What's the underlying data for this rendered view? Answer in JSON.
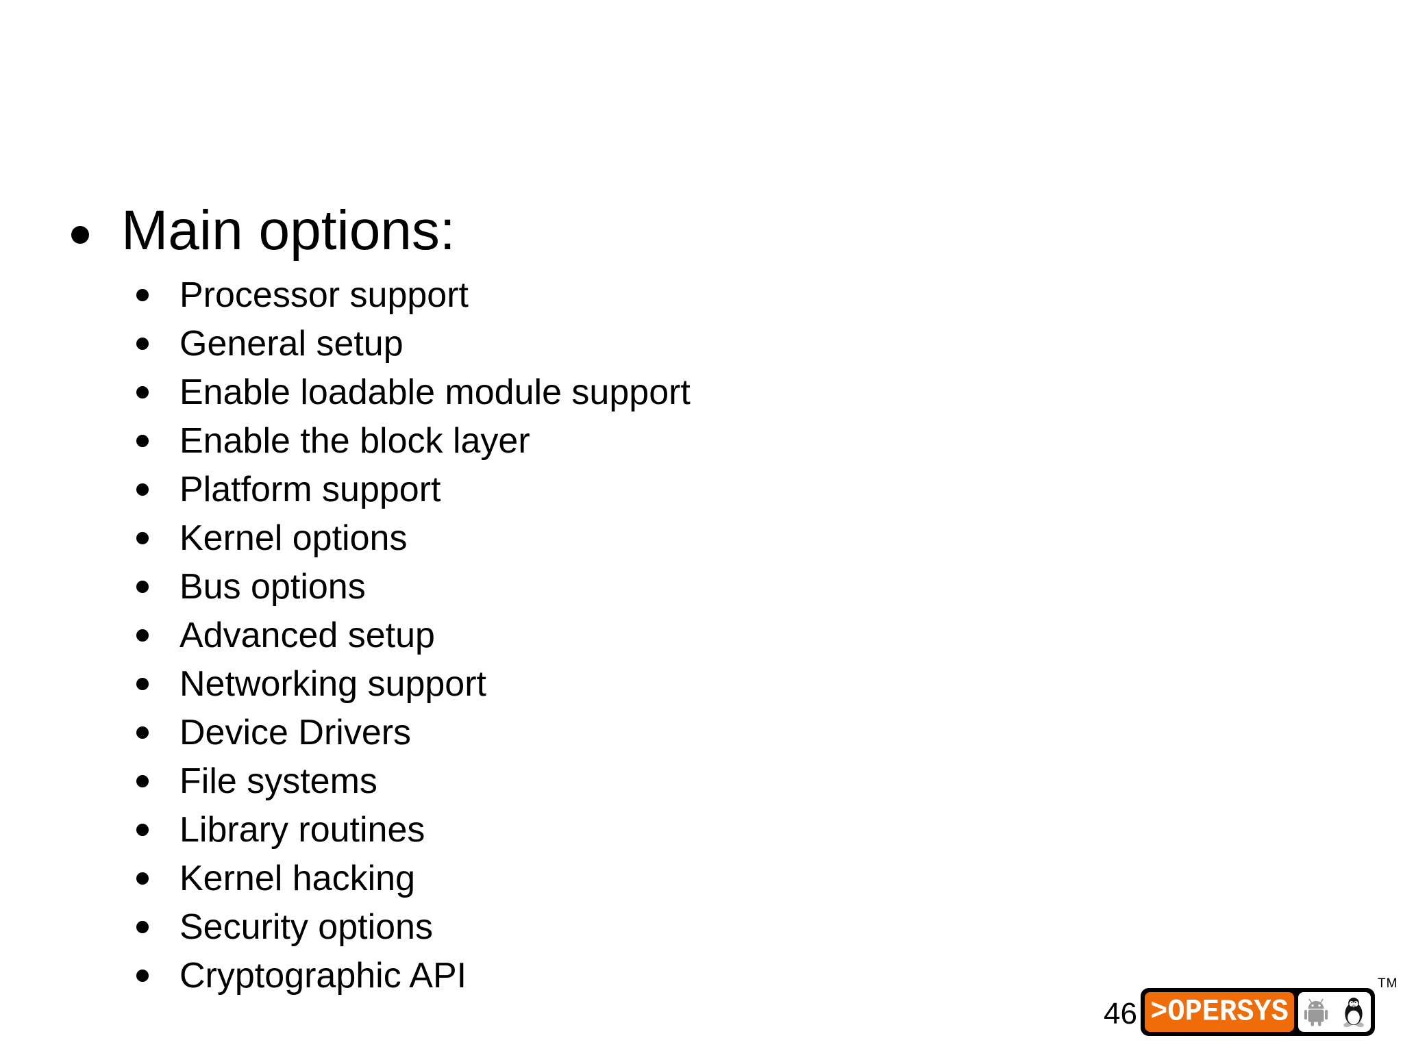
{
  "slide": {
    "title": {
      "text": "Main options:"
    },
    "list": {
      "items": [
        "Processor support",
        "General setup",
        "Enable loadable module support",
        "Enable the block layer",
        "Platform support",
        "Kernel options",
        "Bus options",
        "Advanced setup",
        "Networking support",
        "Device Drivers",
        "File systems",
        "Library routines",
        "Kernel hacking",
        "Security options",
        "Cryptographic API"
      ]
    },
    "footer": {
      "page_number": "46",
      "logo": {
        "brand_text": ">OPERSYS",
        "trademark": "TM",
        "icons": {
          "title_bullet": "filled-circle",
          "item_bullet": "filled-circle",
          "left_icon": "android-robot-icon",
          "right_icon": "linux-tux-icon"
        },
        "colors": {
          "orange": "#F06C08",
          "black": "#000000",
          "white": "#FFFFFF",
          "android_gray": "#9A9A9A",
          "tux_gray": "#B5B5B5"
        }
      }
    }
  }
}
